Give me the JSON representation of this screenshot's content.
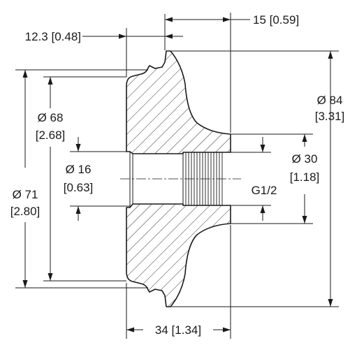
{
  "dimensions": {
    "top_left": "12.3 [0.48]",
    "top_right": "15 [0.59]",
    "outer_dia": {
      "line1": "Ø 84",
      "line2": "[3.31]"
    },
    "dia_68": {
      "line1": "Ø 68",
      "line2": "[2.68]"
    },
    "dia_16": {
      "line1": "Ø 16",
      "line2": "[0.63]"
    },
    "dia_71": {
      "line1": "Ø 71",
      "line2": "[2.80]"
    },
    "dia_30": {
      "line1": "Ø 30",
      "line2": "[1.18]"
    },
    "thread": "G1/2",
    "bottom_width": "34 [1.34]"
  }
}
